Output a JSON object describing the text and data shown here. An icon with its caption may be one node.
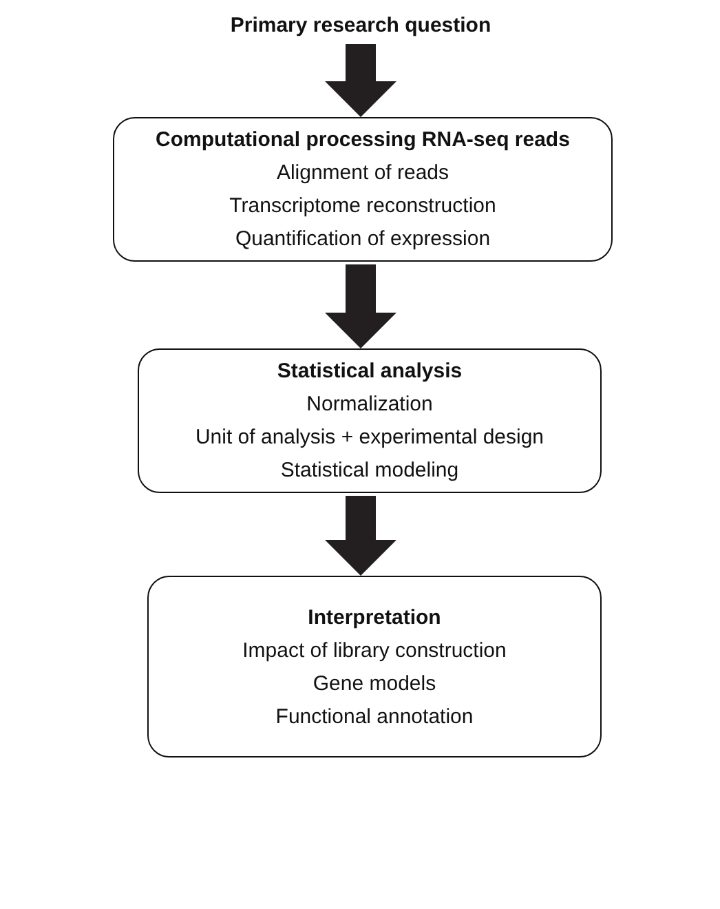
{
  "diagram": {
    "nodes": [
      {
        "text": [
          "Primary research question"
        ]
      },
      {
        "text": [
          "Computational processing RNA-seq reads",
          "Alignment of reads",
          "Transcriptome reconstruction",
          "Quantification of expression"
        ]
      },
      {
        "text": [
          "Statistical analysis",
          "Normalization",
          "Unit of analysis + experimental design",
          "Statistical modeling"
        ]
      },
      {
        "text": [
          "Interpretation",
          "Impact of library construction",
          "Gene models",
          "Functional annotation"
        ]
      }
    ],
    "edges": [
      {
        "from": 0,
        "to": 1,
        "arrow": "to",
        "style": "thick"
      },
      {
        "from": 1,
        "to": 2,
        "arrow": "to",
        "style": "thick"
      },
      {
        "from": 2,
        "to": 3,
        "arrow": "to",
        "style": "thick"
      }
    ]
  }
}
